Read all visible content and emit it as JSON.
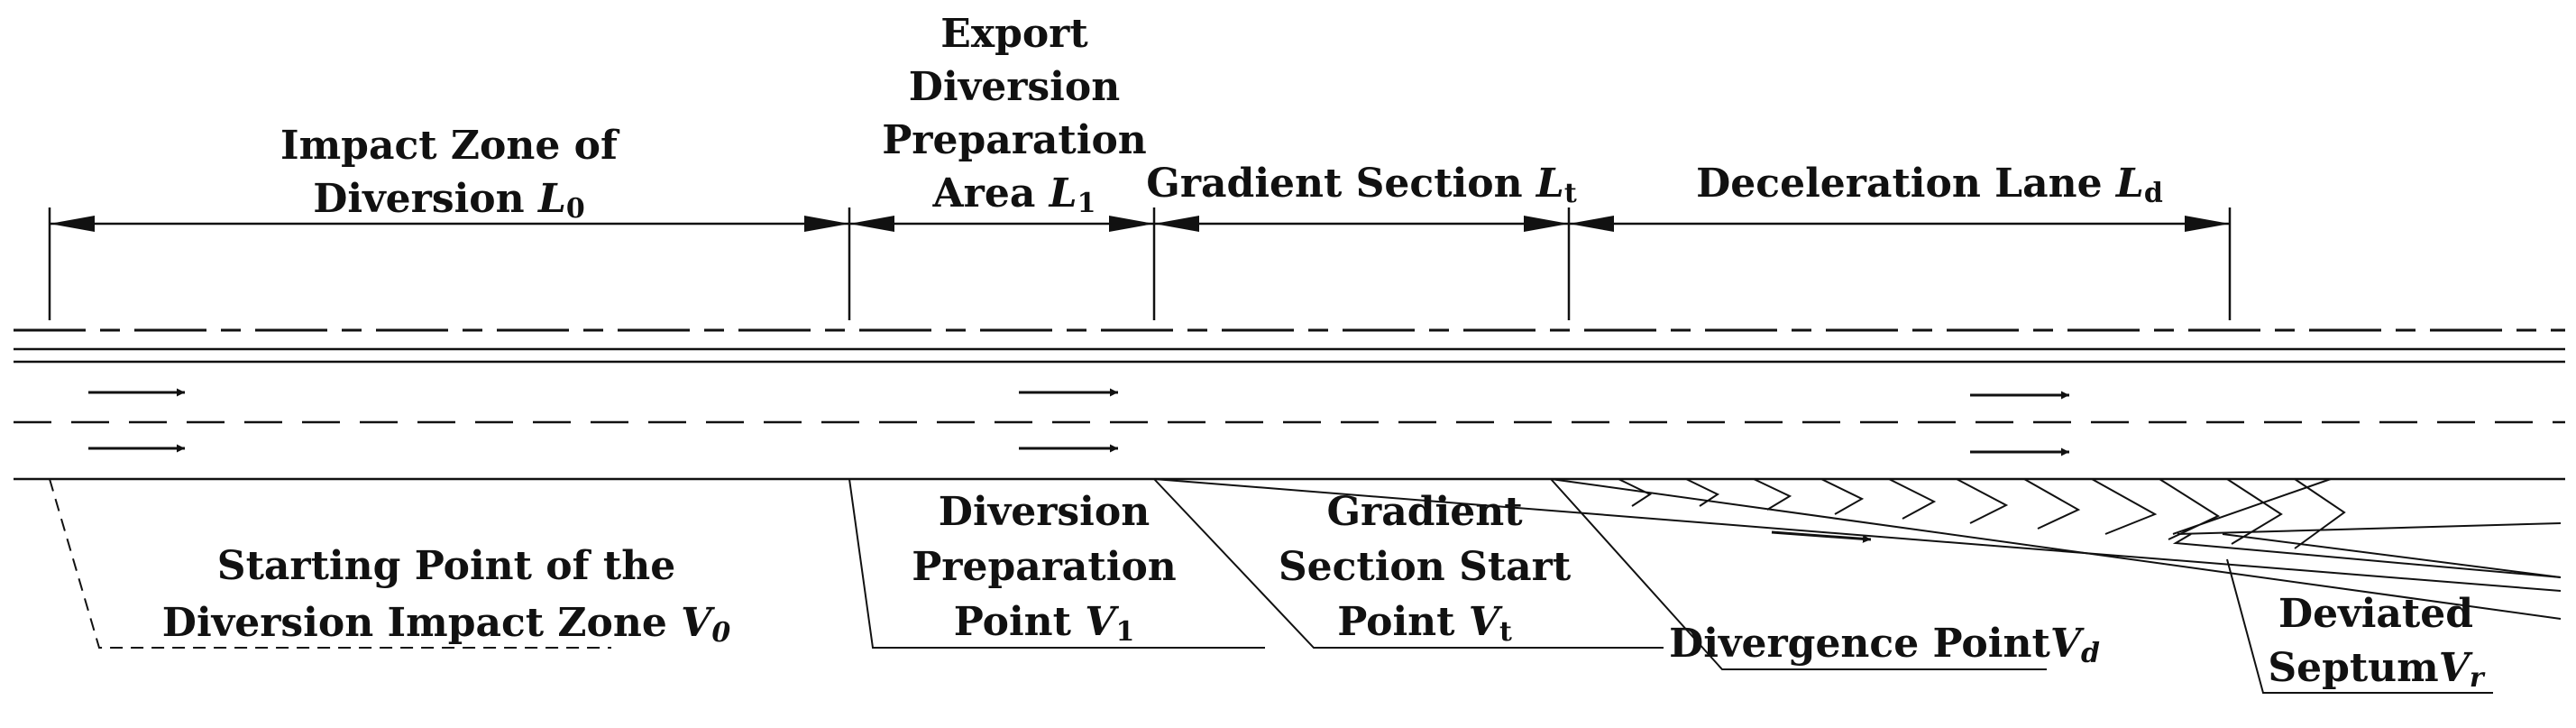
{
  "zones": {
    "impact": {
      "line1": "Impact Zone of",
      "line2": "Diversion ",
      "var": "L",
      "sub": "0"
    },
    "export": {
      "line1": "Export",
      "line2": "Diversion",
      "line3": "Preparation",
      "line4": "Area ",
      "var": "L",
      "sub": "1"
    },
    "gradient": {
      "text": "Gradient Section ",
      "var": "L",
      "sub": "t"
    },
    "decel": {
      "text": "Deceleration Lane ",
      "var": "L",
      "sub": "d"
    }
  },
  "points": {
    "start": {
      "line1": "Starting Point of the",
      "line2": "Diversion Impact Zone ",
      "var": "V",
      "sub": "0"
    },
    "prep": {
      "line1": "Diversion",
      "line2": "Preparation",
      "line3": "Point ",
      "var": "V",
      "sub": "1"
    },
    "grad": {
      "line1": "Gradient",
      "line2": "Section Start",
      "line3": "Point ",
      "var": "V",
      "sub": "t"
    },
    "divergence": {
      "text": "Divergence Point",
      "var": "V",
      "sub": "d"
    },
    "septum": {
      "line1": "Deviated",
      "line2": "Septum",
      "var": "V",
      "sub": "r"
    }
  },
  "colors": {
    "ink": "#111111",
    "background": "#ffffff"
  }
}
